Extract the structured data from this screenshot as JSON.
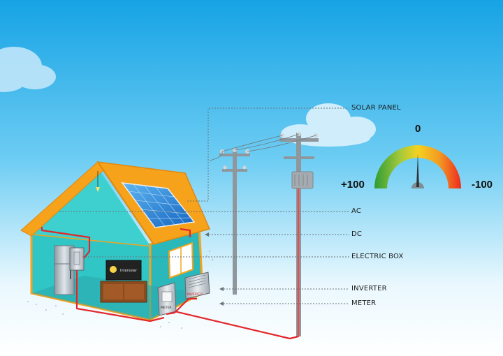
{
  "labels": {
    "solar_panel": "SOLAR PANEL",
    "ac": "AC",
    "dc": "DC",
    "electric_box": "ELECTRIC BOX",
    "inverter": "INVERTER",
    "meter": "METER"
  },
  "gauge": {
    "top": "0",
    "left": "+100",
    "right": "-100"
  },
  "device_text": {
    "meter": "METER",
    "inverter": "INVERTER",
    "tv": "Intersolar"
  },
  "colors": {
    "sky_top": "#1aa6e6",
    "sky_bottom": "#ffffff",
    "wall": "#2fc4c4",
    "roof": "#f7a21b",
    "panel": "#1e88e5",
    "wire": "#e3262b",
    "gauge_green": "#2e9d34",
    "gauge_yellow": "#f4d21f",
    "gauge_red": "#ee2a1f"
  }
}
